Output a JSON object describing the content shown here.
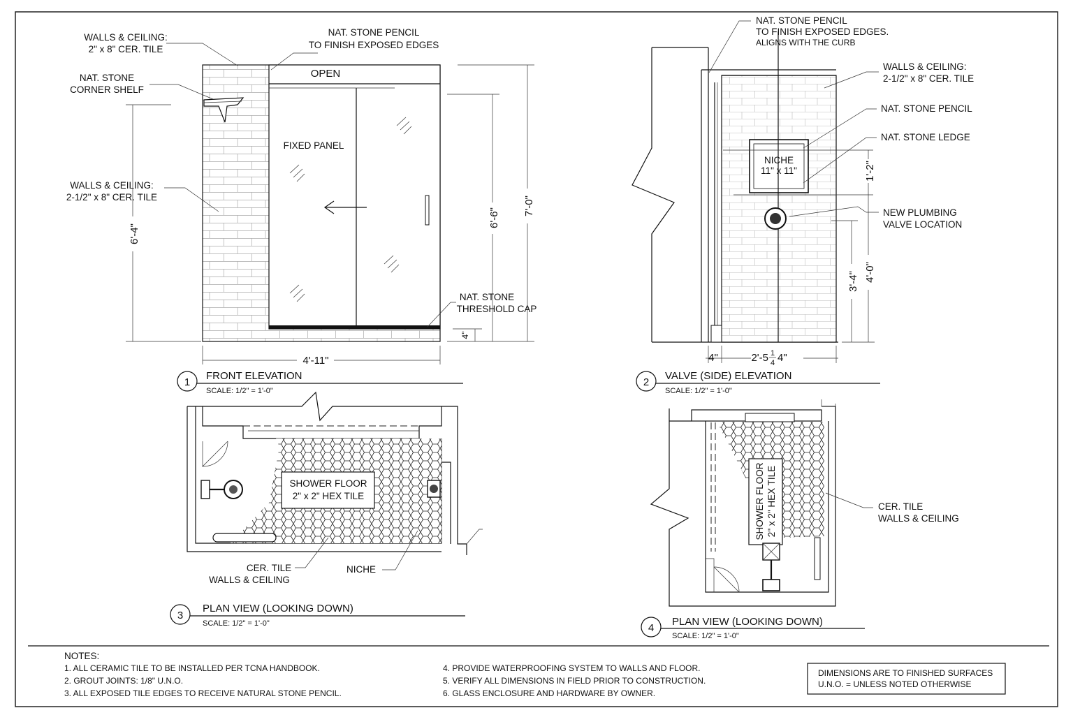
{
  "front_elevation": {
    "number": "1",
    "title": "FRONT ELEVATION",
    "scale": "SCALE: 1/2\" = 1'-0\"",
    "labels": {
      "walls_top": [
        "WALLS & CEILING:",
        "2\" x 8\" CER. TILE"
      ],
      "pencil": [
        "NAT. STONE PENCIL",
        "TO FINISH EXPOSED EDGES"
      ],
      "shelf": [
        "NAT. STONE",
        "CORNER SHELF"
      ],
      "walls_side": [
        "WALLS & CEILING:",
        "2-1/2\" x 8\" CER. TILE"
      ],
      "open": "OPEN",
      "fixed_panel": "FIXED PANEL",
      "threshold": [
        "NAT. STONE",
        "THRESHOLD CAP"
      ]
    },
    "dims": {
      "height_left": "6'-4\"",
      "door": "6'-6\"",
      "overall": "7'-0\"",
      "curb": "4\"",
      "width": "4'-11\""
    }
  },
  "side_elevation": {
    "number": "2",
    "title": "VALVE (SIDE) ELEVATION",
    "scale": "SCALE: 1/2\" = 1'-0\"",
    "labels": {
      "pencil": [
        "NAT. STONE PENCIL",
        "TO FINISH EXPOSED EDGES.",
        "ALIGNS WITH THE CURB"
      ],
      "walls": [
        "WALLS & CEILING:",
        "2-1/2\" x 8\" CER. TILE"
      ],
      "nat_pencil": "NAT. STONE PENCIL",
      "ledge": "NAT. STONE LEDGE",
      "niche": [
        "NICHE",
        "11\" x 11\""
      ],
      "valve": [
        "NEW PLUMBING",
        "VALVE LOCATION"
      ]
    },
    "dims": {
      "niche_gap": "1'-2\"",
      "valve": "3'-4\"",
      "niche_height": "4'-0\"",
      "left": "4\"",
      "width_a": "2'-5",
      "width_num": "1",
      "width_den": "4",
      "width_b": "4\""
    }
  },
  "plan_view_1": {
    "number": "3",
    "title": "PLAN VIEW (LOOKING DOWN)",
    "scale": "SCALE: 1/2\" = 1'-0\"",
    "floor": [
      "SHOWER FLOOR",
      "2\" x 2\" HEX TILE"
    ],
    "walls": [
      "CER. TILE",
      "WALLS & CEILING"
    ],
    "niche": "NICHE"
  },
  "plan_view_2": {
    "number": "4",
    "title": "PLAN VIEW (LOOKING DOWN)",
    "scale": "SCALE: 1/2\" = 1'-0\"",
    "floor": [
      "SHOWER FLOOR",
      "2\" x 2\" HEX TILE"
    ],
    "walls": [
      "CER. TILE",
      "WALLS & CEILING"
    ]
  },
  "notes": {
    "heading": "NOTES:",
    "left": [
      "1.   ALL CERAMIC TILE TO BE INSTALLED PER TCNA HANDBOOK.",
      "2.   GROUT JOINTS:  1/8\" U.N.O.",
      "3.   ALL EXPOSED TILE EDGES TO RECEIVE NATURAL STONE PENCIL."
    ],
    "right": [
      "4.   PROVIDE WATERPROOFING SYSTEM TO WALLS AND FLOOR.",
      "5.   VERIFY ALL DIMENSIONS IN FIELD PRIOR TO CONSTRUCTION.",
      "6.   GLASS ENCLOSURE AND HARDWARE BY OWNER."
    ],
    "box": [
      "DIMENSIONS ARE TO FINISHED SURFACES",
      "U.N.O.  = UNLESS NOTED OTHERWISE"
    ]
  }
}
